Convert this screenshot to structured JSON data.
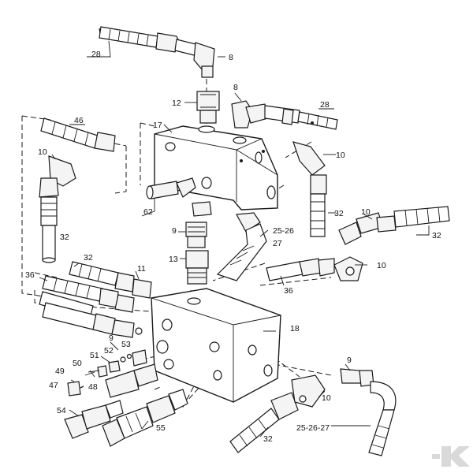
{
  "callouts": {
    "c28a": "28",
    "c8a": "8",
    "c12": "12",
    "c8b": "8",
    "c28b": "28",
    "c46": "46",
    "c17": "17",
    "c10a": "10",
    "c10b": "10",
    "c32a": "32",
    "c62": "62",
    "c32b": "32",
    "c10c": "10",
    "c2526a": "25-26",
    "c27": "27",
    "c32c": "32",
    "c9a": "9",
    "c13": "13",
    "c32d": "32",
    "c11": "11",
    "c10d": "10",
    "c36a": "36",
    "c36b": "36",
    "c18": "18",
    "c9b": "9",
    "c52": "52",
    "c53": "53",
    "c51": "51",
    "c50": "50",
    "c49": "49",
    "c47": "47",
    "c48": "48",
    "c9c": "9",
    "c10e": "10",
    "c54": "54",
    "c55": "55",
    "c32e": "32",
    "c252627": "25-26-27"
  },
  "colors": {
    "line": "#1a1a1a",
    "paper": "#ffffff",
    "logo": "#d9d9d9"
  },
  "logo_icon": "brand-k-logo-icon"
}
